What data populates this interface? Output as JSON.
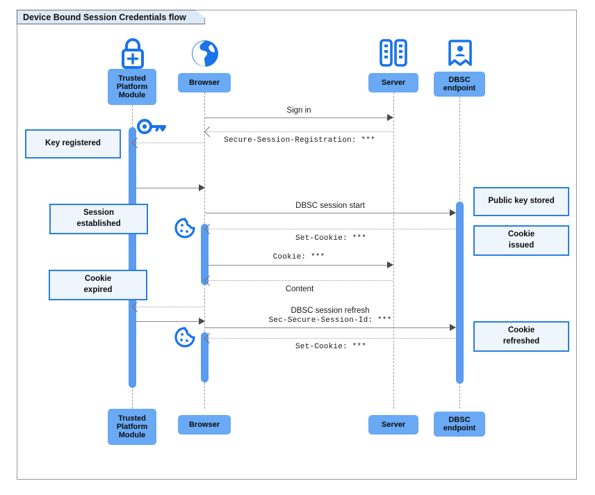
{
  "diagram": {
    "title": "Device Bound Session Credentials flow",
    "type": "sequence-diagram",
    "colors": {
      "participant_fill": "#6aa9f4",
      "note_fill": "#eef5fd",
      "note_border": "#2a7fe0",
      "activation_fill": "#5b9bf0",
      "icon_blue": "#1a73e8",
      "lifeline": "#9b9b9b",
      "frame_border": "#9a9a9a",
      "title_fill": "#dce9f7"
    }
  },
  "participants": [
    {
      "id": "tpm",
      "label": "Trusted\nPlatform\nModule",
      "label_line1": "Trusted",
      "label_line2": "Platform",
      "label_line3": "Module",
      "icon": "padlock-plus-icon"
    },
    {
      "id": "browser",
      "label": "Browser",
      "icon": "globe-icon"
    },
    {
      "id": "server",
      "label": "Server",
      "icon": "server-racks-icon"
    },
    {
      "id": "dbsc",
      "label": "DBSC\nendpoint",
      "label_line1": "DBSC",
      "label_line2": "endpoint",
      "icon": "id-badge-icon"
    }
  ],
  "messages": [
    {
      "id": "m1",
      "from": "browser",
      "to": "server",
      "label": "Sign in",
      "style": "solid",
      "mono": false
    },
    {
      "id": "m2",
      "from": "server",
      "to": "browser",
      "label": "Secure-Session-Registration: ***",
      "style": "dotted",
      "mono": true
    },
    {
      "id": "m3",
      "from": "browser",
      "to": "tpm",
      "label": "",
      "style": "dotted",
      "mono": false
    },
    {
      "id": "m4",
      "from": "tpm",
      "to": "browser",
      "label": "",
      "style": "solid",
      "mono": false
    },
    {
      "id": "m5",
      "from": "browser",
      "to": "dbsc",
      "label": "DBSC session start",
      "style": "solid",
      "mono": false
    },
    {
      "id": "m6",
      "from": "dbsc",
      "to": "browser",
      "label": "Set-Cookie: ***",
      "style": "dotted",
      "mono": true
    },
    {
      "id": "m7",
      "from": "browser",
      "to": "server",
      "label": "Cookie: ***",
      "style": "solid",
      "mono": true
    },
    {
      "id": "m8",
      "from": "server",
      "to": "browser",
      "label": "Content",
      "style": "dotted",
      "mono": false
    },
    {
      "id": "m9",
      "from": "browser",
      "to": "tpm",
      "label": "",
      "style": "dotted",
      "mono": false
    },
    {
      "id": "m10",
      "from": "tpm",
      "to": "browser",
      "label": "",
      "style": "solid",
      "mono": false
    },
    {
      "id": "m11",
      "from": "browser",
      "to": "dbsc",
      "label": "DBSC session refresh",
      "label2": "Sec-Secure-Session-Id: ***",
      "style": "solid",
      "mono": false
    },
    {
      "id": "m12",
      "from": "dbsc",
      "to": "browser",
      "label": "Set-Cookie: ***",
      "style": "dotted",
      "mono": true
    }
  ],
  "notes": [
    {
      "id": "n1",
      "text": "Key registered",
      "line1": "Key registered",
      "side": "left"
    },
    {
      "id": "n2",
      "text": "Session established",
      "line1": "Session",
      "line2": "established",
      "side": "left"
    },
    {
      "id": "n3",
      "text": "Cookie expired",
      "line1": "Cookie",
      "line2": "expired",
      "side": "left"
    },
    {
      "id": "n4",
      "text": "Public key stored",
      "line1": "Public key stored",
      "side": "right"
    },
    {
      "id": "n5",
      "text": "Cookie issued",
      "line1": "Cookie",
      "line2": "issued",
      "side": "right"
    },
    {
      "id": "n6",
      "text": "Cookie refreshed",
      "line1": "Cookie",
      "line2": "refreshed",
      "side": "right"
    }
  ],
  "inline_icons": [
    {
      "id": "key1",
      "name": "key-icon",
      "near": "tpm"
    },
    {
      "id": "cookie1",
      "name": "cookie-icon",
      "near": "browser"
    },
    {
      "id": "cookie2",
      "name": "cookie-icon",
      "near": "browser"
    }
  ]
}
